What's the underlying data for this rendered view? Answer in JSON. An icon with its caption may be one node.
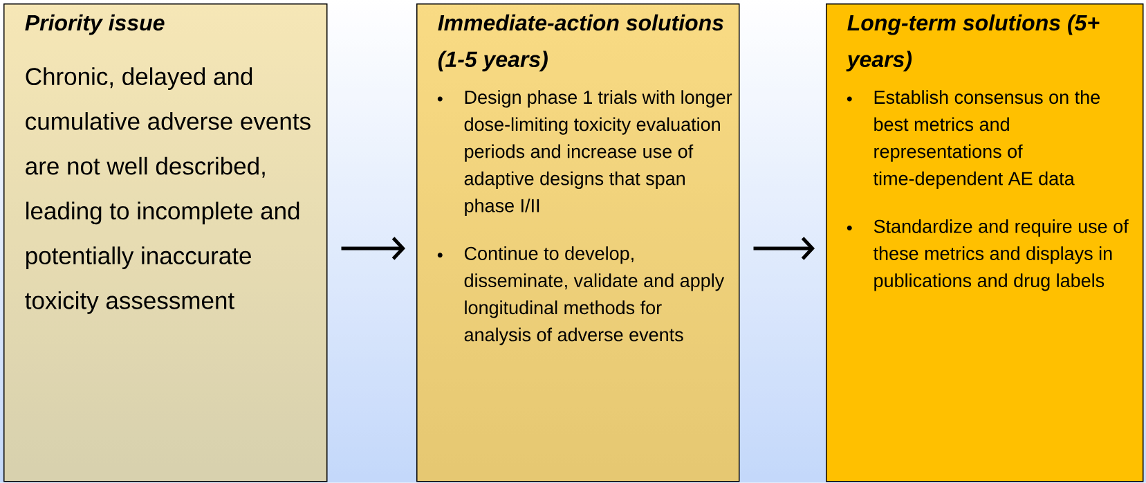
{
  "diagram": {
    "nodes": [
      {
        "text": [
          "Priority issue",
          "Chronic, delayed and cumulative adverse events are not well described, leading to incomplete and potentially inaccurate toxicity assessment"
        ]
      },
      {
        "text": [
          "Immediate-action solutions (1-5 years)",
          "Design phase 1 trials with longer dose-limiting toxicity evaluation periods and increase use of adaptive designs that span phase I/II",
          "Continue to develop, disseminate, validate and apply longitudinal methods for analysis of adverse events"
        ]
      },
      {
        "text": [
          "Long-term solutions (5+ years)",
          "Establish consensus on the best metrics and representations of time-dependent AE data",
          "Standardize and require use of these metrics and displays in publications and drug labels"
        ]
      }
    ],
    "edges": [
      {
        "from": 0,
        "to": 1,
        "arrow": "to"
      },
      {
        "from": 1,
        "to": 2,
        "arrow": "to"
      }
    ]
  }
}
